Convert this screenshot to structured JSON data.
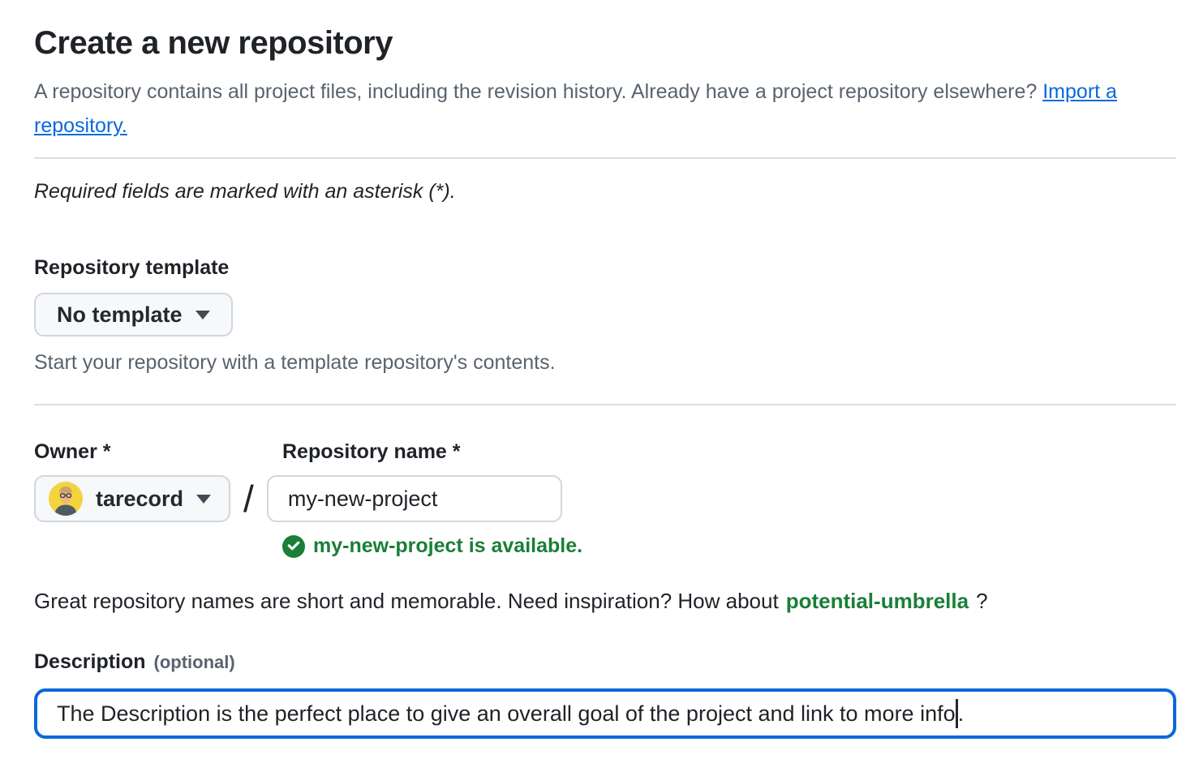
{
  "header": {
    "title": "Create a new repository",
    "intro_text": "A repository contains all project files, including the revision history. Already have a project repository elsewhere? ",
    "import_link_label": "Import a repository.",
    "required_note": "Required fields are marked with an asterisk (*)."
  },
  "template_section": {
    "label": "Repository template",
    "dropdown_label": "No template",
    "help_text": "Start your repository with a template repository's contents."
  },
  "name_section": {
    "owner_label": "Owner *",
    "owner_value": "tarecord",
    "separator": "/",
    "repo_label": "Repository name *",
    "repo_value": "my-new-project",
    "availability_message": "my-new-project is available.",
    "suggestion_prefix": "Great repository names are short and memorable. Need inspiration? How about",
    "suggestion_link_label": "potential-umbrella",
    "suggestion_suffix": "?"
  },
  "description_section": {
    "label": "Description",
    "optional_tag": "(optional)",
    "value_before_caret": "The Description is the perfect place to give an overall goal of the project and link to more info",
    "value_after_caret": "."
  },
  "icons": {
    "triangle-down-icon": "▾ css triangle",
    "check-circle-icon": "✓ white check in green filled circle",
    "avatar": "circular user photo, yellow background"
  },
  "colors": {
    "accent_blue": "#0969da",
    "success_green": "#1a7f37",
    "text": "#1f2328",
    "muted_text": "#59636e",
    "border": "#d0d7de",
    "divider": "#d8dee4",
    "button_bg": "#f6f8fa",
    "avatar_bg": "#f3d43c"
  }
}
